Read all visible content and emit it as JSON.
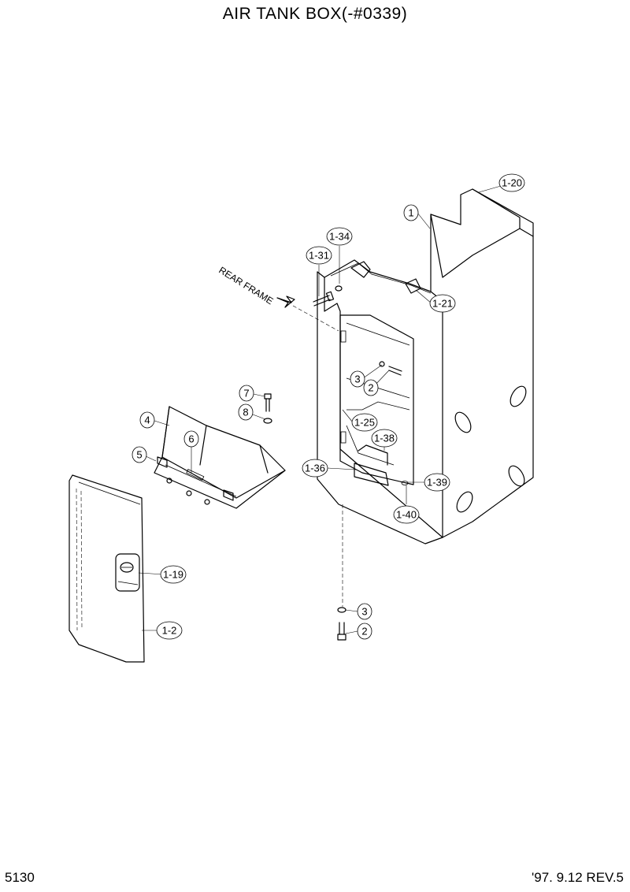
{
  "title": "AIR TANK BOX(-#0339)",
  "page_number": "5130",
  "revision": "'97. 9.12  REV.5",
  "direction_label": "REAR FRAME",
  "callouts": {
    "c1_20": "1-20",
    "c1": "1",
    "c1_34": "1-34",
    "c1_31": "1-31",
    "c1_21": "1-21",
    "c3_upper": "3",
    "c2_upper": "2",
    "c7": "7",
    "c8": "8",
    "c4": "4",
    "c1_25": "1-25",
    "c6": "6",
    "c1_38": "1-38",
    "c5": "5",
    "c1_36": "1-36",
    "c1_39": "1-39",
    "c1_40": "1-40",
    "c1_19": "1-19",
    "c3_lower": "3",
    "c1_2": "1-2",
    "c2_lower": "2"
  }
}
